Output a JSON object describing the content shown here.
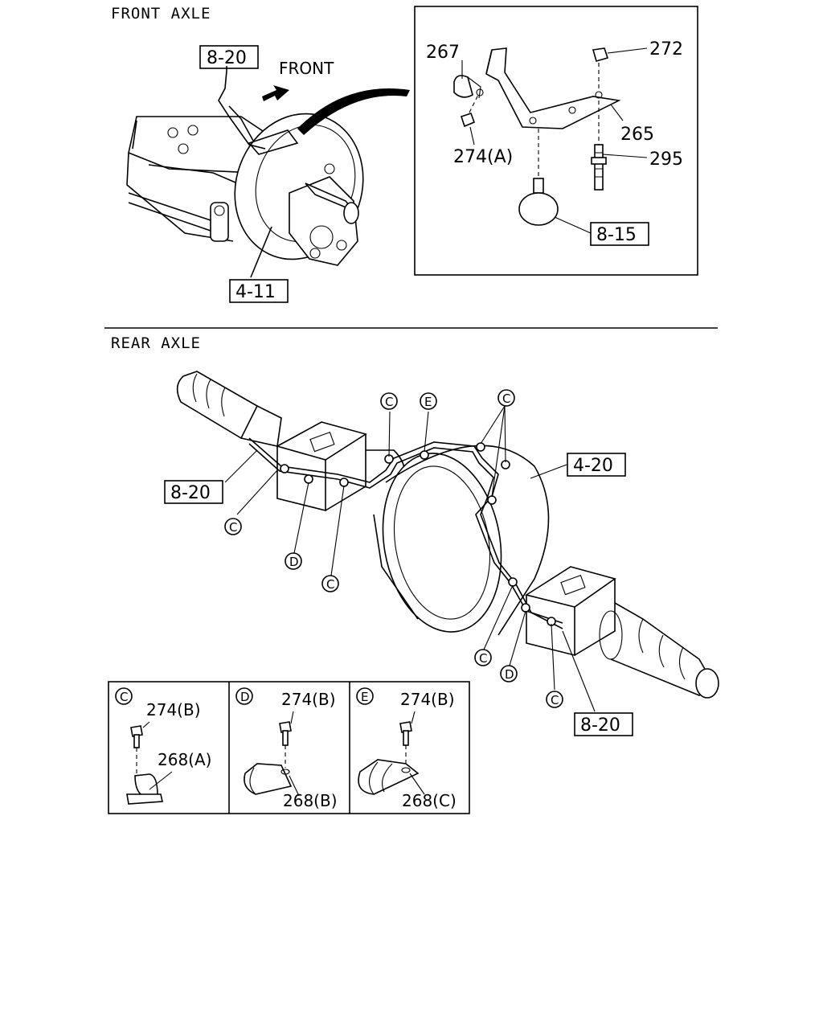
{
  "sections": {
    "front": "FRONT AXLE",
    "rear": "REAR AXLE"
  },
  "front": {
    "direction": "FRONT",
    "refs": {
      "hose": "8-20",
      "brake": "4-11",
      "clip": "8-15"
    },
    "parts": {
      "p267": "267",
      "p272": "272",
      "p265": "265",
      "p274a": "274(A)",
      "p295": "295"
    }
  },
  "rear": {
    "refs": {
      "hose_left": "8-20",
      "hose_right": "8-20",
      "brake": "4-20"
    },
    "callouts": {
      "c1": "C",
      "c2": "C",
      "c3": "C",
      "c4": "C",
      "c5": "C",
      "c6": "C",
      "d1": "D",
      "d2": "D",
      "e1": "E"
    }
  },
  "details": {
    "c": {
      "tag": "C",
      "bolt": "274(B)",
      "clip": "268(A)"
    },
    "d": {
      "tag": "D",
      "bolt": "274(B)",
      "clip": "268(B)"
    },
    "e": {
      "tag": "E",
      "bolt": "274(B)",
      "clip": "268(C)"
    }
  }
}
